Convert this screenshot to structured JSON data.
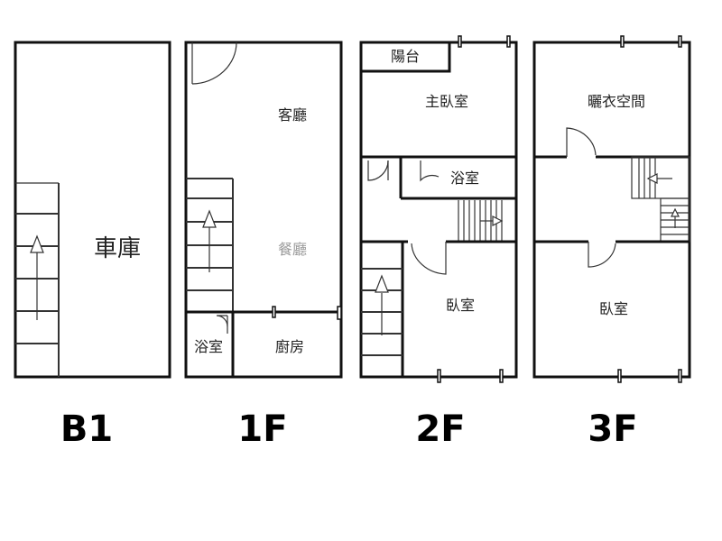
{
  "floors": [
    {
      "label": "B1",
      "rooms": {
        "garage": "車庫"
      }
    },
    {
      "label": "1F",
      "rooms": {
        "living": "客廳",
        "dining": "餐廳",
        "bath": "浴室",
        "kitchen": "廚房"
      }
    },
    {
      "label": "2F",
      "rooms": {
        "balcony": "陽台",
        "master": "主臥室",
        "bath": "浴室",
        "bedroom": "臥室"
      }
    },
    {
      "label": "3F",
      "rooms": {
        "drying": "曬衣空間",
        "bedroom": "臥室"
      }
    }
  ]
}
